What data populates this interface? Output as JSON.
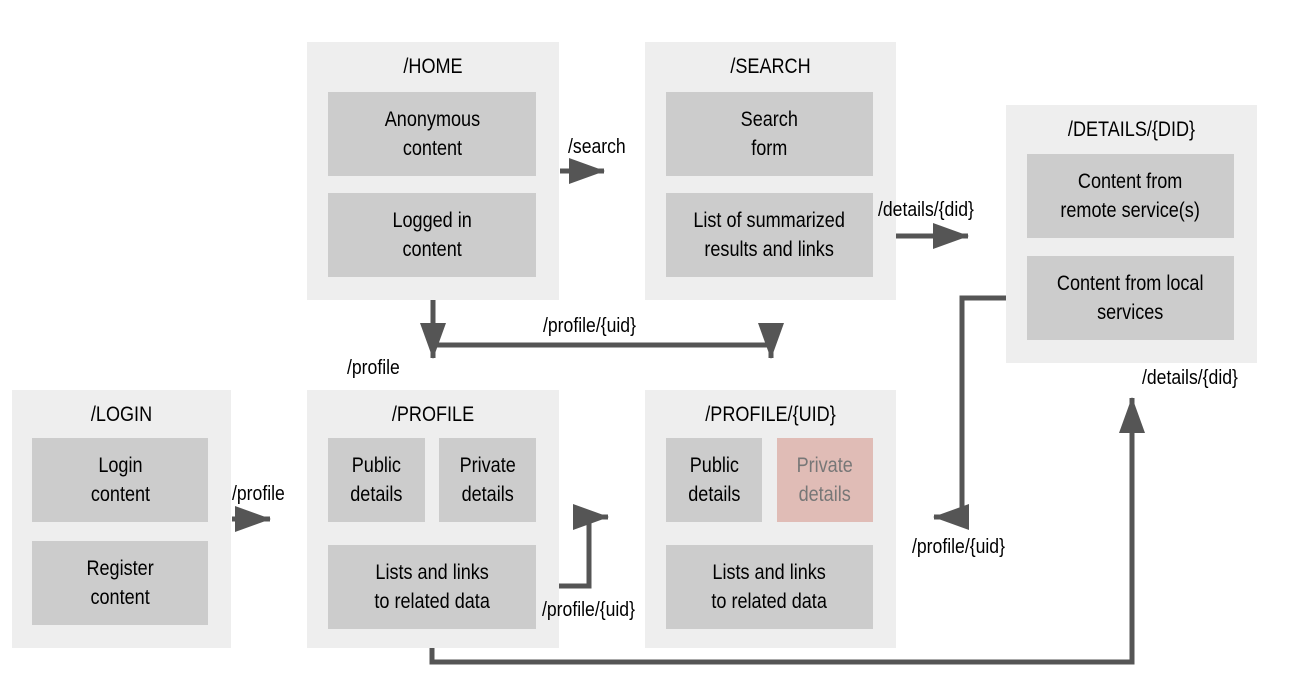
{
  "panels": {
    "home": {
      "title": "/HOME",
      "anonymous": "Anonymous\ncontent",
      "logged_in": "Logged in\ncontent"
    },
    "search": {
      "title": "/SEARCH",
      "form": "Search\nform",
      "results": "List of summarized\nresults and links"
    },
    "details": {
      "title": "/DETAILS/{DID}",
      "remote": "Content from\nremote service(s)",
      "local": "Content from local\nservices"
    },
    "login": {
      "title": "/LOGIN",
      "login": "Login\ncontent",
      "register": "Register\ncontent"
    },
    "profile": {
      "title": "/PROFILE",
      "public": "Public\ndetails",
      "private": "Private\ndetails",
      "lists": "Lists and links\nto related data"
    },
    "profile_uid": {
      "title": "/PROFILE/{UID}",
      "public": "Public\ndetails",
      "private": "Private\ndetails",
      "lists": "Lists and links\nto related data"
    }
  },
  "edges": {
    "home_to_search": "/search",
    "results_to_details": "/details/{did}",
    "home_to_profile_uid": "/profile/{uid}",
    "home_to_profile": "/profile",
    "details_bottom": "/details/{did}",
    "login_to_profile": "/profile",
    "details_to_profile_uid": "/profile/{uid}",
    "lists_to_profile_uid": "/profile/{uid}"
  },
  "colors": {
    "panel": "#eeeeee",
    "box": "#cccccc",
    "muted_box": "#e0bcb6",
    "muted_text": "#777777",
    "wire": "#555555"
  }
}
